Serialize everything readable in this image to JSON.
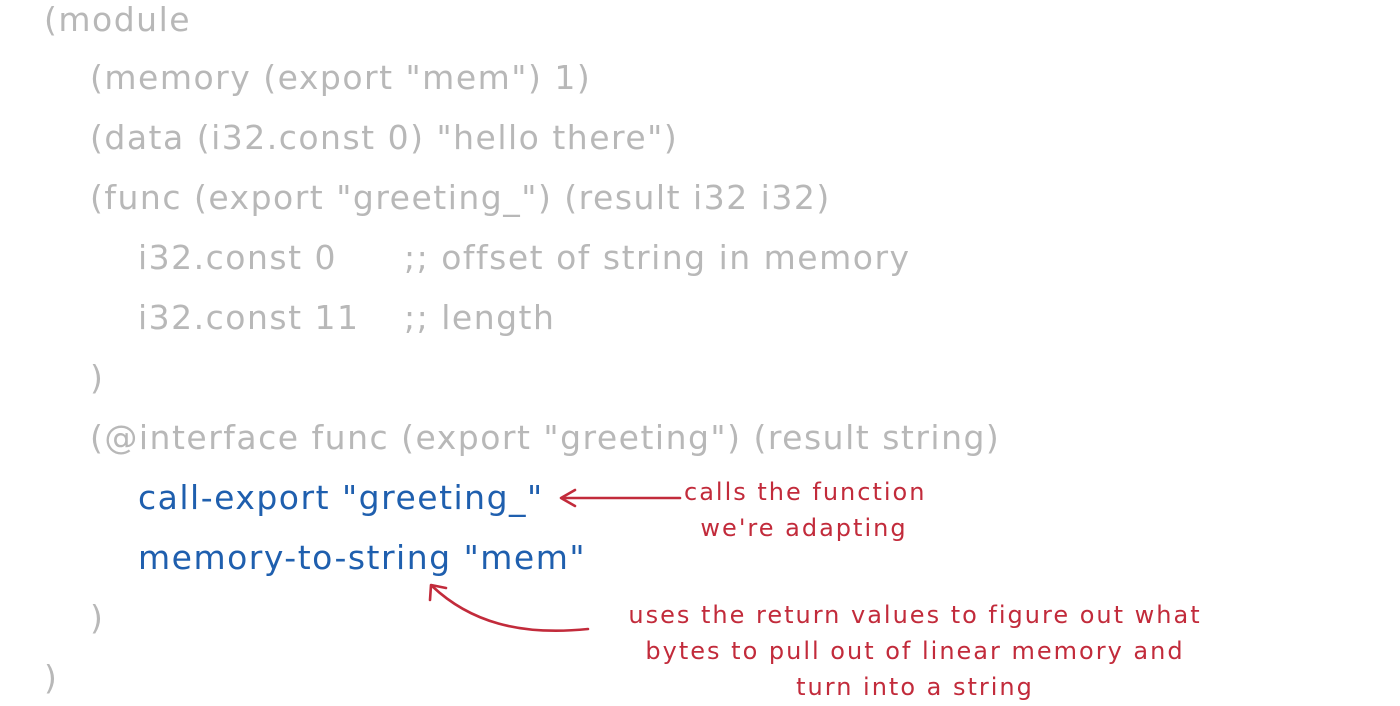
{
  "code": {
    "lines": [
      "(module",
      "(memory (export \"mem\") 1)",
      "(data (i32.const 0) \"hello there\")",
      "(func (export \"greeting_\") (result i32 i32)",
      "i32.const 0",
      ";; offset of string in memory",
      "i32.const 11",
      ";; length",
      ")",
      "(@interface func (export \"greeting\") (result string)",
      "call-export \"greeting_\"",
      "memory-to-string \"mem\"",
      ")",
      ")"
    ]
  },
  "annotations": {
    "call_export_note": [
      "calls the function",
      "we're adapting"
    ],
    "memory_note": [
      "uses the return values to figure out what",
      "bytes to pull out of linear memory and",
      "turn into a string"
    ]
  },
  "colors": {
    "code_text": "#b8b8b8",
    "highlight_code": "#1f5fae",
    "annotation": "#c22b3b"
  }
}
